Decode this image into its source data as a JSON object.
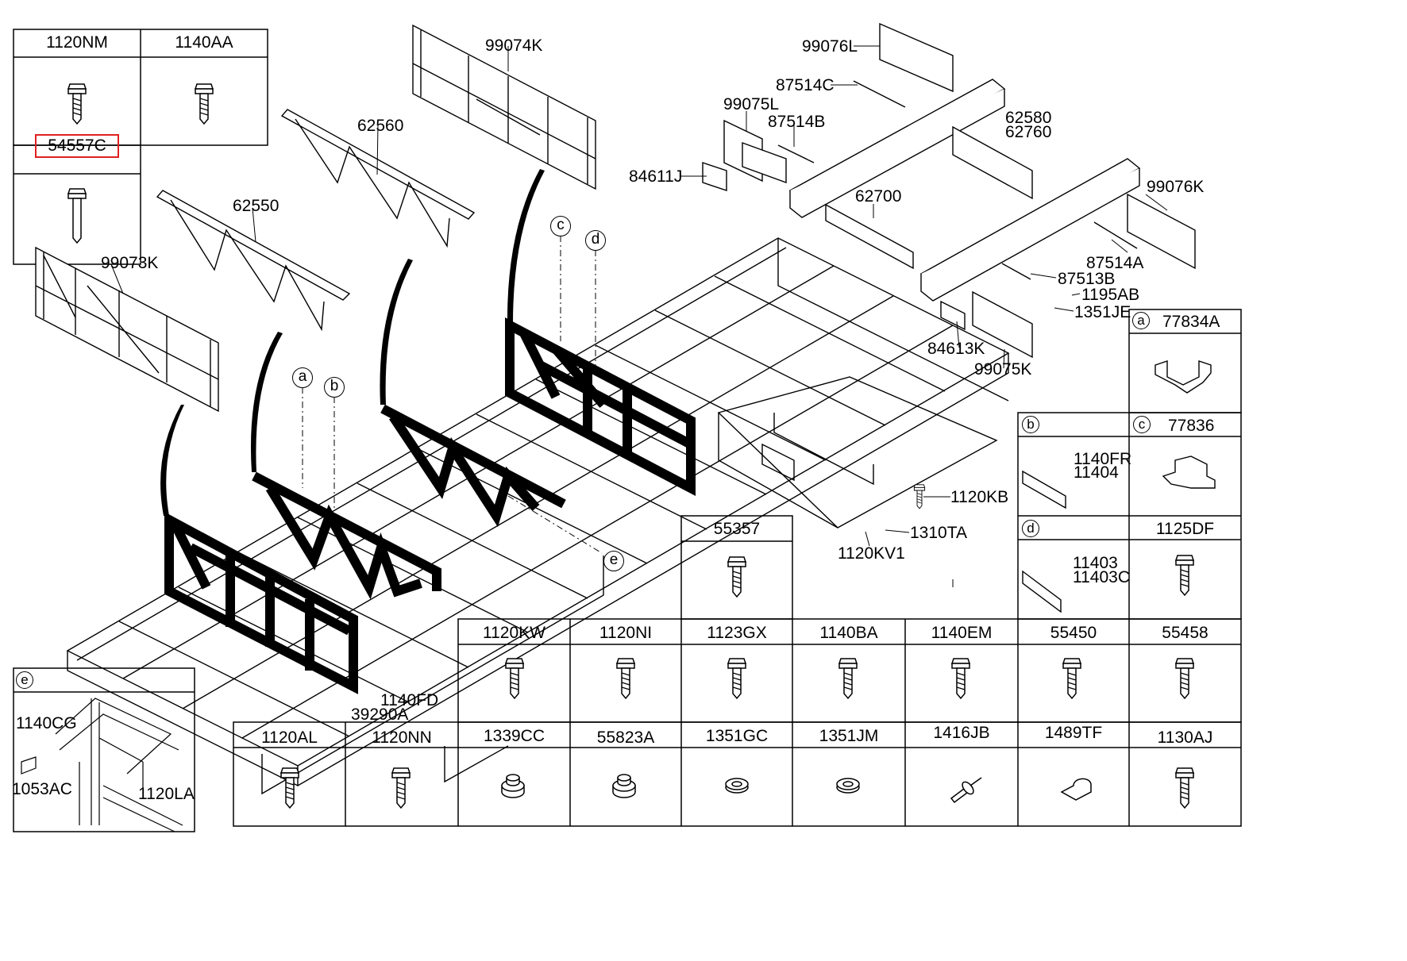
{
  "top_left_table": {
    "row1": [
      "1120NM",
      "1140AA"
    ],
    "row2": [
      "54557C"
    ]
  },
  "callouts": {
    "p99074K": "99074K",
    "p62560": "62560",
    "p62550": "62550",
    "p99073K": "99073K",
    "p99076L": "99076L",
    "p87514C": "87514C",
    "p99075L": "99075L",
    "p87514B": "87514B",
    "p84611J": "84611J",
    "p62580": "62580",
    "p62760": "62760",
    "p62700": "62700",
    "p99076K": "99076K",
    "p87514A": "87514A",
    "p87513B": "87513B",
    "p1195AB": "1195AB",
    "p1351JE": "1351JE",
    "p84613K": "84613K",
    "p99075K": "99075K",
    "p1120KB": "1120KB",
    "p1310TA": "1310TA",
    "p1120KV1": "1120KV1",
    "p1140FD": "1140FD",
    "p39290A": "39290A"
  },
  "markers": {
    "a": "a",
    "b": "b",
    "c": "c",
    "d": "d",
    "e": "e"
  },
  "detail_a": {
    "tag": "a",
    "part": "77834A"
  },
  "detail_b": {
    "tag": "b",
    "parts": [
      "1140FR",
      "11404"
    ]
  },
  "detail_c": {
    "tag": "c",
    "part": "77836"
  },
  "detail_d": {
    "tag": "d",
    "parts": [
      "11403",
      "11403C"
    ]
  },
  "detail_e": {
    "tag": "e",
    "parts": [
      "1140CG",
      "1053AC",
      "1120LA"
    ]
  },
  "p1125DF": "1125DF",
  "p55357": "55357",
  "bottom_row1": [
    "1120KW",
    "1120NI",
    "1123GX",
    "1140BA",
    "1140EM",
    "55450",
    "55458"
  ],
  "bottom_row2": [
    "1120AL",
    "1120NN",
    "1339CC",
    "55823A",
    "1351GC",
    "1351JM",
    "1416JB",
    "1489TF",
    "1130AJ"
  ]
}
